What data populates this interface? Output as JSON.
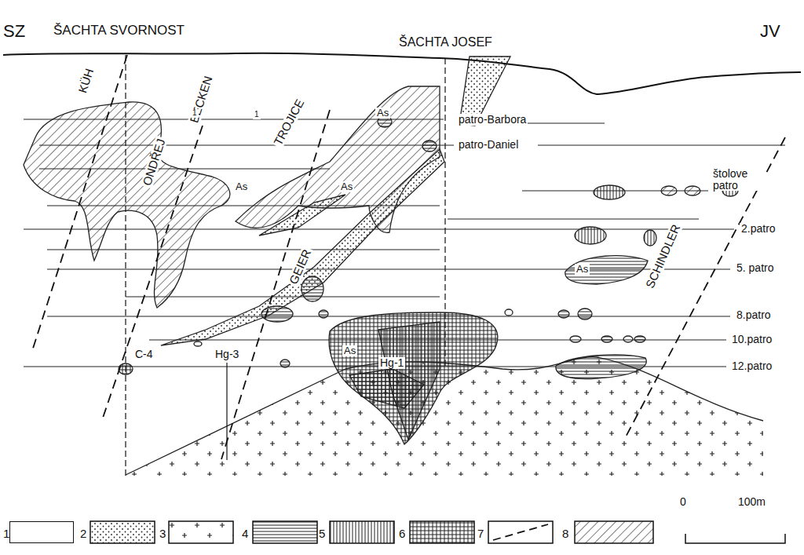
{
  "diagram": {
    "labels": [
      "SZ",
      "ŠACHTA SVORNOST",
      "ŠACHTA JOSEF",
      "JV",
      "KÜH",
      "ONDŘEJ",
      "BECKEN",
      "TROJICE",
      "GEIER",
      "SCHINDLER",
      "patro-Barbora",
      "patro-Daniel",
      "štolove patro",
      "2.patro",
      "5. patro",
      "8.patro",
      "10.patro",
      "12.patro",
      "As",
      "As",
      "As",
      "As",
      "As",
      "C-4",
      "Hg-3",
      "Hg-1",
      "1",
      "1",
      "0",
      "100m"
    ],
    "legend": [
      {
        "text": "1",
        "color": "#ffffff"
      },
      {
        "text": "2"
      },
      {
        "text": "3"
      },
      {
        "text": "4"
      },
      {
        "text": "5"
      },
      {
        "text": "6"
      },
      {
        "text": "7"
      },
      {
        "text": "8"
      }
    ]
  }
}
